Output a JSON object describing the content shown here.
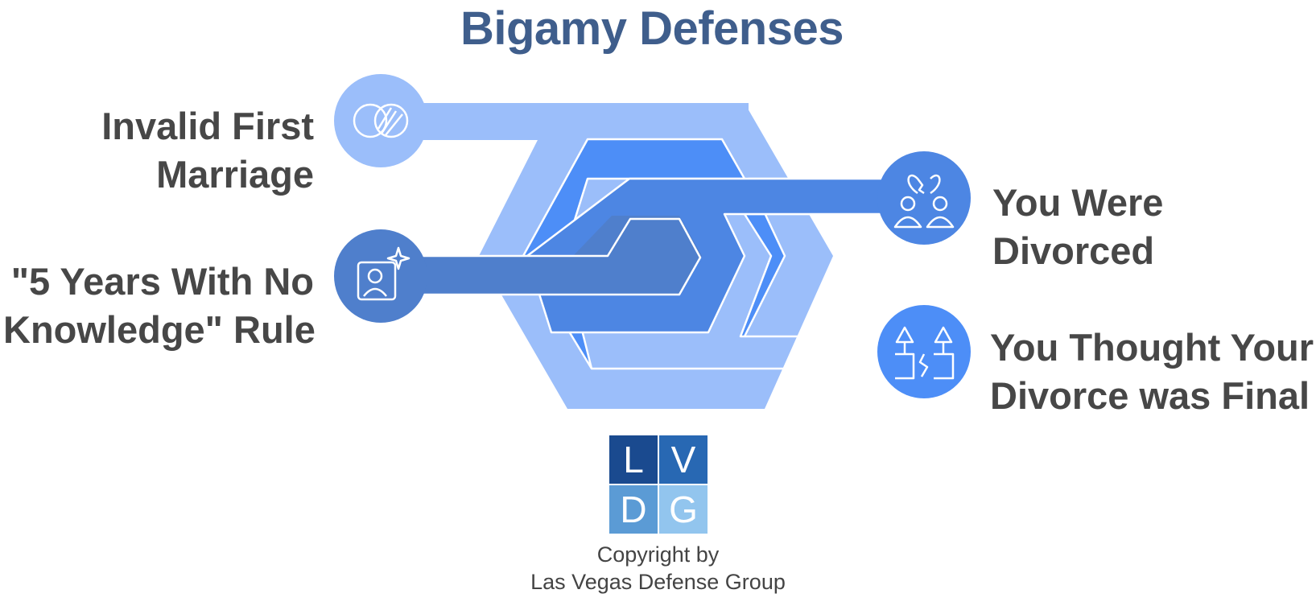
{
  "title": "Bigamy Defenses",
  "defenses": [
    {
      "id": "invalid",
      "lines": [
        "Invalid First",
        "Marriage"
      ],
      "icon": "overlapping-rings-icon",
      "color": "#9bbefa"
    },
    {
      "id": "5years",
      "lines": [
        "\"5 Years With No",
        "Knowledge\" Rule"
      ],
      "icon": "person-frame-sparkle-icon",
      "color": "#4f7fcc"
    },
    {
      "id": "divorced",
      "lines": [
        "You Were",
        "Divorced"
      ],
      "icon": "broken-heart-couple-icon",
      "color": "#4d86e3"
    },
    {
      "id": "final",
      "lines": [
        "You Thought Your",
        "Divorce was Final"
      ],
      "icon": "split-trees-icon",
      "color": "#4d8ef7"
    }
  ],
  "logo": {
    "letters": [
      "L",
      "V",
      "D",
      "G"
    ],
    "colors": [
      "#1a4a8f",
      "#2868b3",
      "#5b9bd5",
      "#92c5ee"
    ]
  },
  "copyright": [
    "Copyright by",
    "Las Vegas Defense Group"
  ],
  "colors": {
    "title": "#3f5e8c",
    "text": "#474747",
    "hex_outer": "#9bbefa",
    "hex_middle": "#4d8ef7",
    "hex_inner": "#4f7fcc"
  }
}
